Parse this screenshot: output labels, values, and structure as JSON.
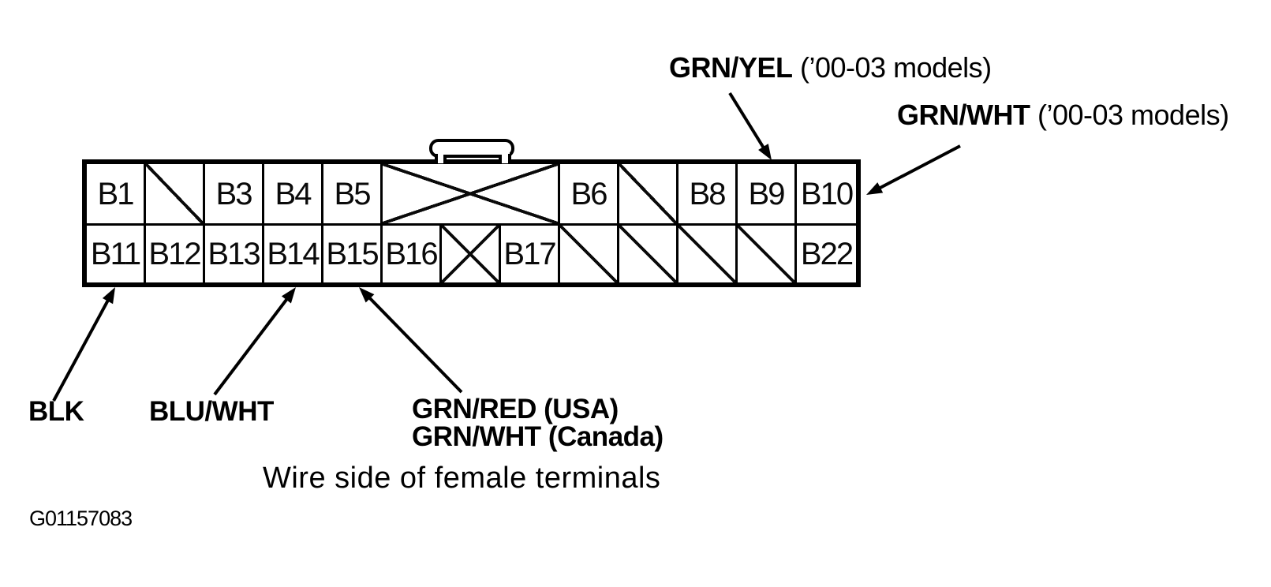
{
  "colors": {
    "ink": "#000000",
    "paper": "#ffffff"
  },
  "callouts": {
    "grn_yel_top": {
      "bold": "GRN/YEL",
      "rest": " (’00-03 models)"
    },
    "grn_wht_top": {
      "bold": "GRN/WHT",
      "rest": " (’00-03 models)"
    },
    "blk": {
      "bold": "BLK"
    },
    "blu_wht": {
      "bold": "BLU/WHT"
    },
    "grn_red_usa": {
      "bold": "GRN/RED (USA)"
    },
    "grn_wht_canada": {
      "bold": "GRN/WHT (Canada)"
    }
  },
  "caption": "Wire side of female terminals",
  "figure_id": "G01157083",
  "connector": {
    "description": "22-pin female connector, wire side view, 2 rows of 13 positions",
    "top_row": [
      {
        "label": "B1",
        "type": "pin"
      },
      {
        "label": "",
        "type": "no-terminal-slash"
      },
      {
        "label": "B3",
        "type": "pin"
      },
      {
        "label": "B4",
        "type": "pin"
      },
      {
        "label": "B5",
        "type": "pin"
      },
      {
        "label": "",
        "type": "blocked-x-span3"
      },
      {
        "label": "B6",
        "type": "pin"
      },
      {
        "label": "",
        "type": "no-terminal-slash"
      },
      {
        "label": "B8",
        "type": "pin"
      },
      {
        "label": "B9",
        "type": "pin"
      },
      {
        "label": "B10",
        "type": "pin"
      }
    ],
    "bottom_row": [
      {
        "label": "B11",
        "type": "pin"
      },
      {
        "label": "B12",
        "type": "pin"
      },
      {
        "label": "B13",
        "type": "pin"
      },
      {
        "label": "B14",
        "type": "pin"
      },
      {
        "label": "B15",
        "type": "pin"
      },
      {
        "label": "B16",
        "type": "pin"
      },
      {
        "label": "",
        "type": "blocked-x"
      },
      {
        "label": "B17",
        "type": "pin"
      },
      {
        "label": "",
        "type": "no-terminal-slash"
      },
      {
        "label": "",
        "type": "no-terminal-slash"
      },
      {
        "label": "",
        "type": "no-terminal-slash"
      },
      {
        "label": "",
        "type": "no-terminal-slash"
      },
      {
        "label": "B22",
        "type": "pin"
      }
    ]
  }
}
